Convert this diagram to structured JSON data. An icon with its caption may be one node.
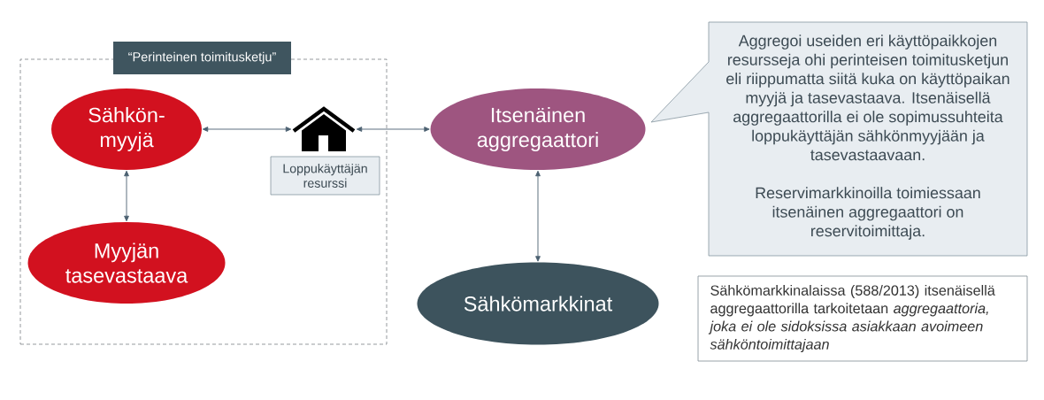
{
  "diagram": {
    "nodes": [
      {
        "text": [
          "“Perinteinen toimitusketju”"
        ]
      },
      {
        "text": [
          "Sähkön- myyjä"
        ],
        "in": 0
      },
      {
        "text": [
          "Myyjän tasevastaava"
        ],
        "in": 0
      },
      {
        "text": [],
        "shape": "house",
        "in": 0
      },
      {
        "text": [
          "Loppukäyttäjän resurssi"
        ],
        "in": 0
      },
      {
        "text": [
          "Itsenäinen aggregaattori"
        ]
      },
      {
        "text": [
          "Sähkömarkkinat"
        ]
      },
      {
        "text": [
          "Aggregoi useiden eri käyttöpaikkojen resursseja ohi perinteisen toimitusketjun eli riippumatta siitä kuka on käyttöpaikan myyjä ja tasevastaava. Itsenäisellä aggregaattorilla ei ole sopimussuhteita loppukäyttäjän sähkönmyyjään ja tasevastaavaan.",
          "Reservimarkkinoilla toimiessaan itsenäinen aggregaattori on reservitoimittaja."
        ]
      },
      {
        "text": [
          "Sähkömarkkinalaissa (588/2013) itsenäisellä aggregaattorilla tarkoitetaan *aggregaattoria, joka ei ole sidoksissa asiakkaan avoimeen sähköntoimittajaan*"
        ]
      }
    ],
    "edges": [
      {
        "from": 1,
        "to": 3,
        "arrow": "both"
      },
      {
        "from": 1,
        "to": 2,
        "arrow": "both"
      },
      {
        "from": 3,
        "to": 5,
        "arrow": "both"
      },
      {
        "from": 5,
        "to": 6,
        "arrow": "both"
      }
    ]
  }
}
